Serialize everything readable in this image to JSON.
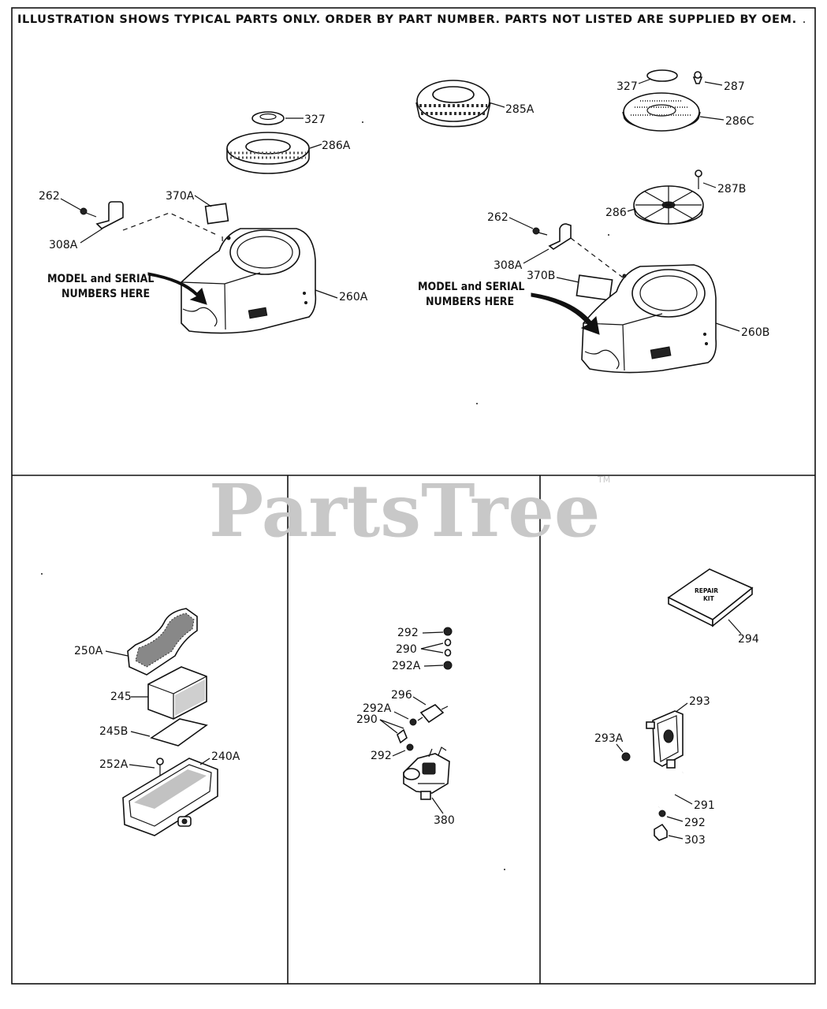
{
  "header_note": "ILLUSTRATION SHOWS TYPICAL PARTS ONLY. ORDER BY PART NUMBER. PARTS NOT LISTED ARE SUPPLIED BY OEM.",
  "watermark": {
    "text": "PartsTree",
    "trademark": "TM"
  },
  "left_assembly": {
    "callouts": {
      "p327": "327",
      "p286A": "286A",
      "p262": "262",
      "p370A": "370A",
      "p308A": "308A",
      "p260A": "260A"
    },
    "model_note": [
      "MODEL and SERIAL",
      "NUMBERS HERE"
    ]
  },
  "right_assembly": {
    "callouts": {
      "p285A": "285A",
      "p327": "327",
      "p287": "287",
      "p286C": "286C",
      "p287B": "287B",
      "p286": "286",
      "p262": "262",
      "p308A": "308A",
      "p370B": "370B",
      "p260B": "260B"
    },
    "model_note": [
      "MODEL and SERIAL",
      "NUMBERS HERE"
    ]
  },
  "air_cleaner": {
    "callouts": {
      "p250A": "250A",
      "p245": "245",
      "p245B": "245B",
      "p252A": "252A",
      "p240A": "240A"
    }
  },
  "carburetor": {
    "callouts": {
      "p292": "292",
      "p290": "290",
      "p292A": "292A",
      "p296": "296",
      "p292A_b": "292A",
      "p290_b": "290",
      "p292_b": "292",
      "p380": "380"
    }
  },
  "fuel_pump": {
    "repair_kit": [
      "REPAIR",
      "KIT"
    ],
    "callouts": {
      "p294": "294",
      "p293": "293",
      "p293A": "293A",
      "p291": "291",
      "p292": "292",
      "p303": "303"
    }
  }
}
